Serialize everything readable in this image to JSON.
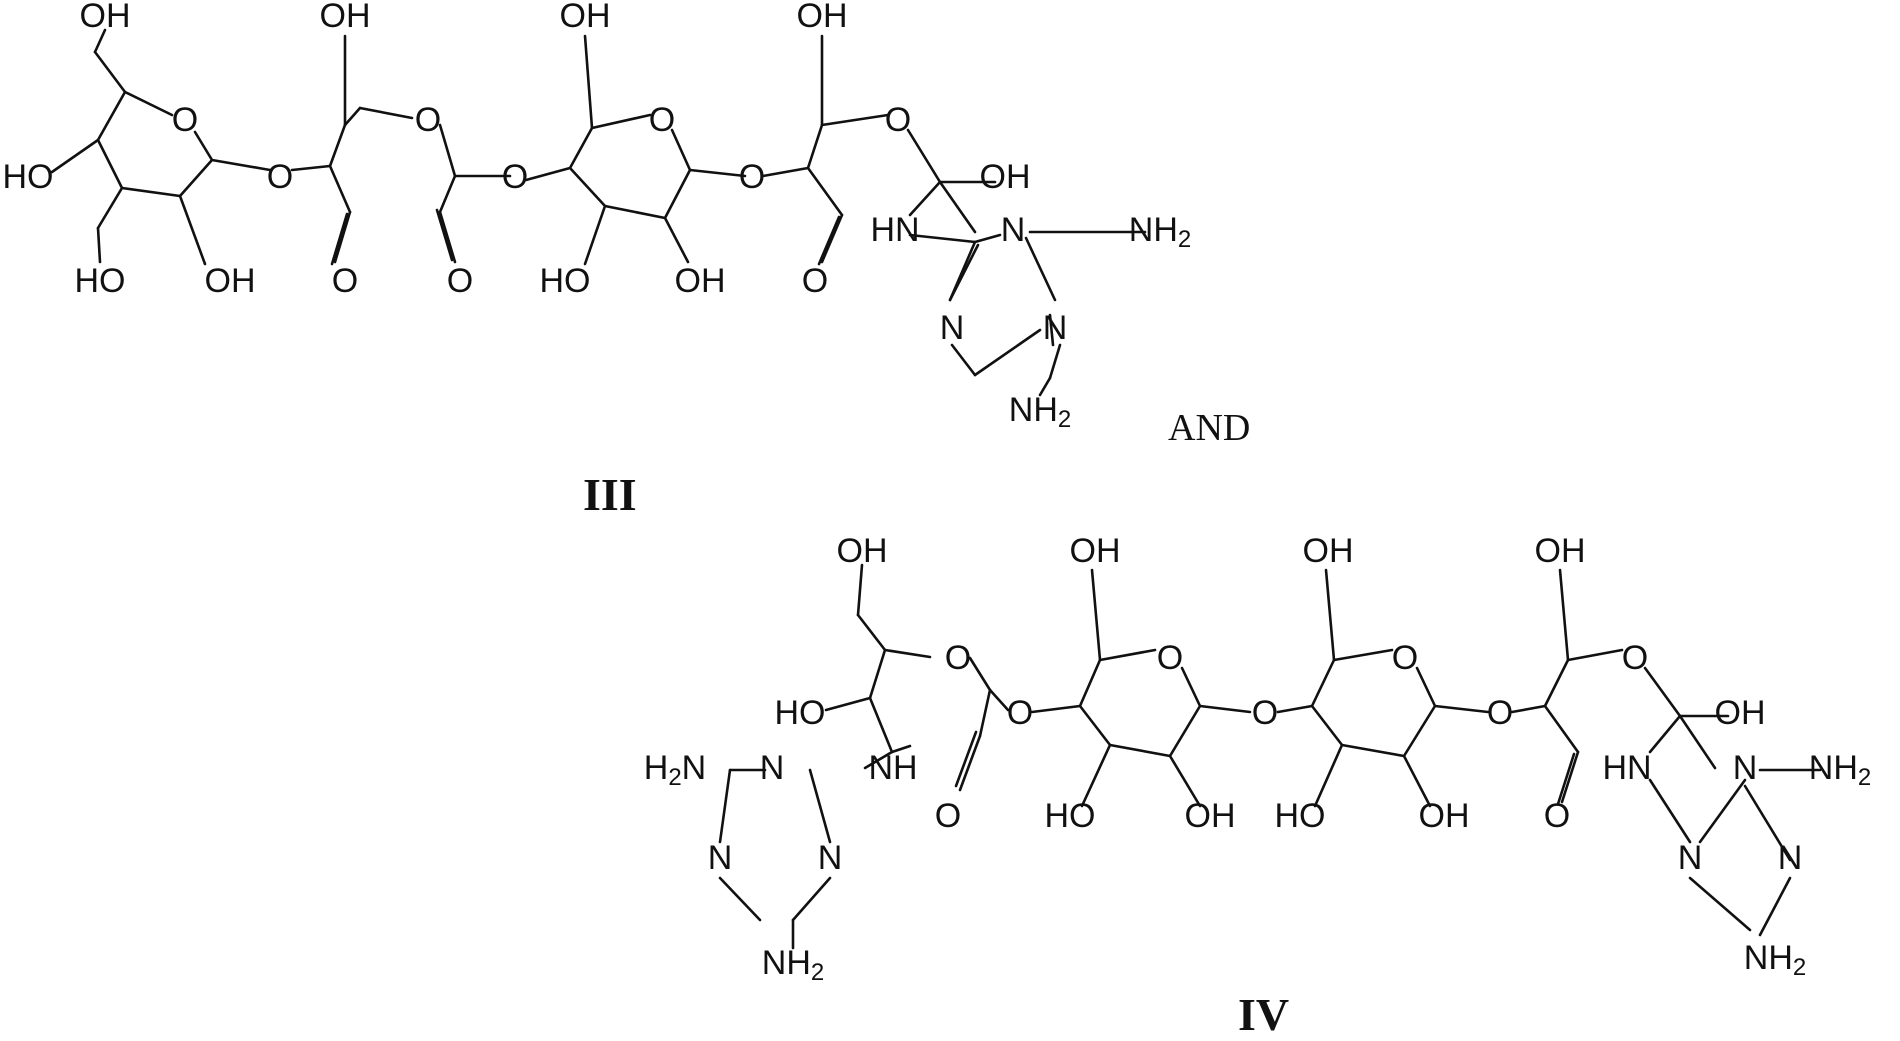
{
  "connector_word": "AND",
  "molecules": [
    {
      "label": "III",
      "atoms": [
        {
          "text": "OH"
        },
        {
          "text": "O"
        },
        {
          "text": "HO"
        },
        {
          "text": "O"
        },
        {
          "text": "HO"
        },
        {
          "text": "OH"
        },
        {
          "text": "OH"
        },
        {
          "text": "O"
        },
        {
          "text": "O"
        },
        {
          "text": "O"
        },
        {
          "text": "OH"
        },
        {
          "text": "O"
        },
        {
          "text": "O"
        },
        {
          "text": "HO"
        },
        {
          "text": "OH"
        },
        {
          "text": "O"
        },
        {
          "text": "OH"
        },
        {
          "text": "O"
        },
        {
          "text": "O"
        },
        {
          "text": "OH"
        },
        {
          "text": "HN"
        },
        {
          "text": "N"
        },
        {
          "text": "N"
        },
        {
          "text": "N"
        },
        {
          "text": "NH",
          "sub": "2"
        },
        {
          "text": "NH",
          "sub": "2"
        }
      ]
    },
    {
      "label": "IV",
      "atoms": [
        {
          "text": "OH"
        },
        {
          "text": "O"
        },
        {
          "text": "HO"
        },
        {
          "text": "NH"
        },
        {
          "text": "H",
          "sub": "2",
          "tail": "N"
        },
        {
          "text": "N"
        },
        {
          "text": "N"
        },
        {
          "text": "N"
        },
        {
          "text": "NH",
          "sub": "2"
        },
        {
          "text": "O"
        },
        {
          "text": "O"
        },
        {
          "text": "OH"
        },
        {
          "text": "O"
        },
        {
          "text": "HO"
        },
        {
          "text": "OH"
        },
        {
          "text": "O"
        },
        {
          "text": "OH"
        },
        {
          "text": "O"
        },
        {
          "text": "HO"
        },
        {
          "text": "OH"
        },
        {
          "text": "O"
        },
        {
          "text": "OH"
        },
        {
          "text": "O"
        },
        {
          "text": "O"
        },
        {
          "text": "OH"
        },
        {
          "text": "HN"
        },
        {
          "text": "N"
        },
        {
          "text": "N"
        },
        {
          "text": "N"
        },
        {
          "text": "NH",
          "sub": "2"
        },
        {
          "text": "NH",
          "sub": "2"
        }
      ]
    }
  ]
}
